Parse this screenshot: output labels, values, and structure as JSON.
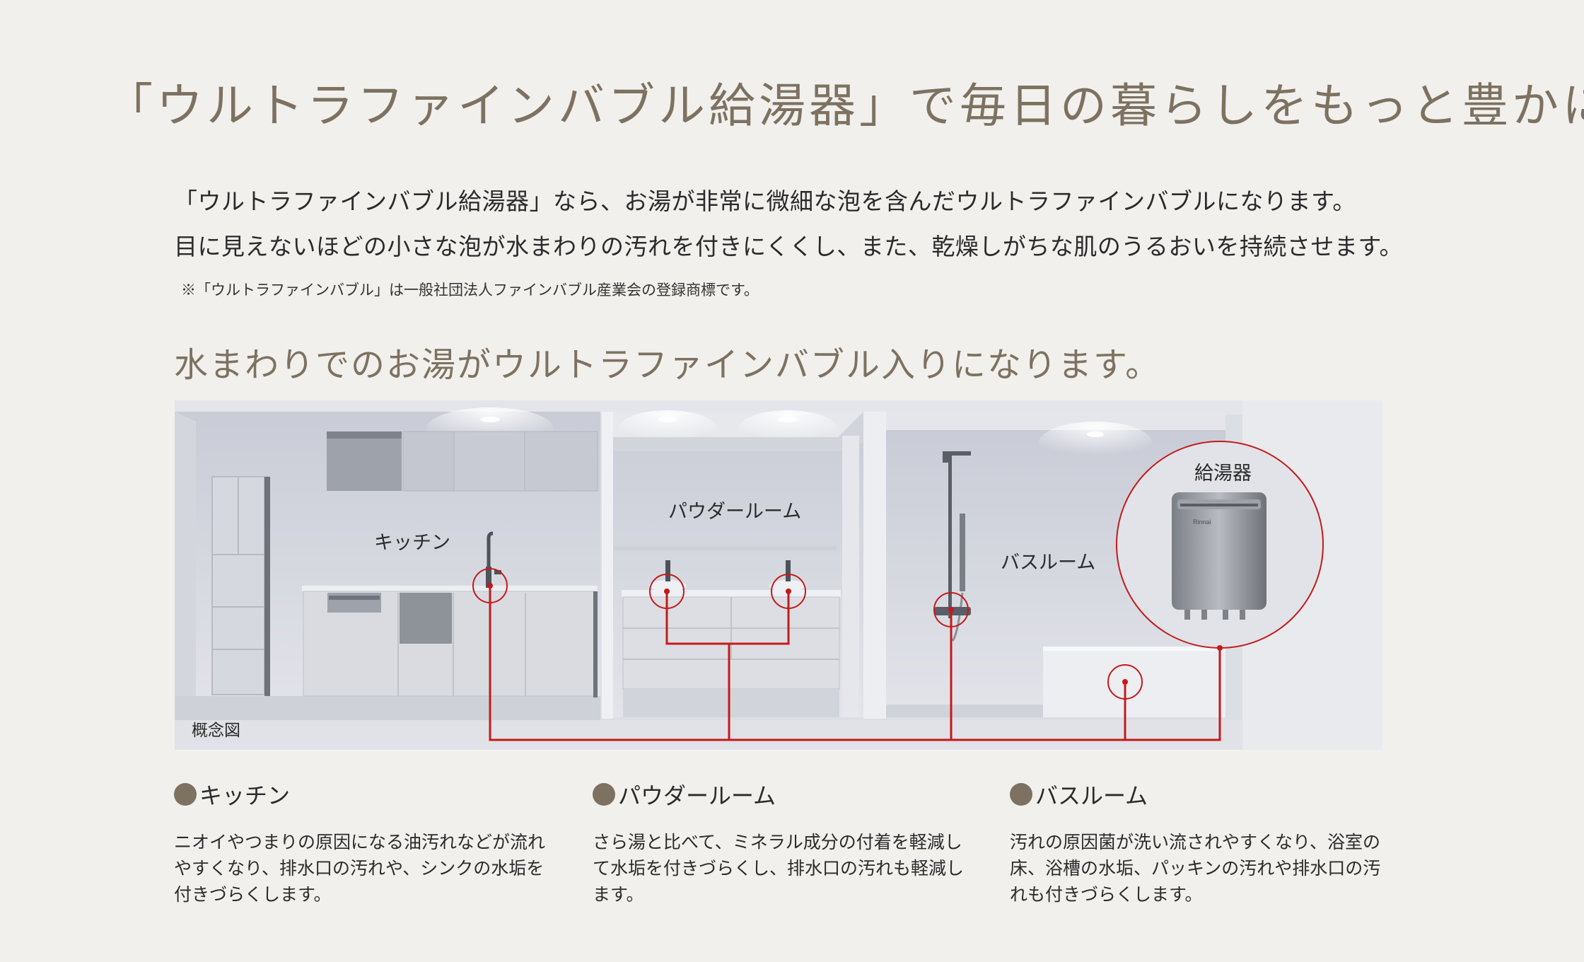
{
  "headline": "「ウルトラファインバブル給湯器」で毎日の暮らしをもっと豊かに。",
  "intro": {
    "line1": "「ウルトラファインバブル給湯器」なら、お湯が非常に微細な泡を含んだウルトラファインバブルになります。",
    "line2": "目に見えないほどの小さな泡が水まわりの汚れを付きにくくし、また、乾燥しがちな肌のうるおいを持続させます。",
    "note": "※「ウルトラファインバブル」は一般社団法人ファインバブル産業会の登録商標です。"
  },
  "subheadline": "水まわりでのお湯がウルトラファインバブル入りになります。",
  "diagram": {
    "labels": {
      "kitchen": "キッチン",
      "powder": "パウダールーム",
      "bath": "バスルーム",
      "heater": "給湯器",
      "concept": "概念図"
    },
    "line_color": "#c41a1a"
  },
  "columns": [
    {
      "title": "キッチン",
      "desc": "ニオイやつまりの原因になる油汚れなどが流れ\nやすくなり、排水口の汚れや、シンクの水垢を\n付きづらくします。"
    },
    {
      "title": "パウダールーム",
      "desc": "さら湯と比べて、ミネラル成分の付着を軽減し\nて水垢を付きづらくし、排水口の汚れも軽減し\nます。"
    },
    {
      "title": "バスルーム",
      "desc": "汚れの原因菌が洗い流されやすくなり、浴室の\n床、浴槽の水垢、パッキンの汚れや排水口の汚\nれも付きづらくします。"
    }
  ],
  "colors": {
    "accent": "#7d7261",
    "text": "#2b2b2b",
    "background": "#f2f0ed"
  }
}
